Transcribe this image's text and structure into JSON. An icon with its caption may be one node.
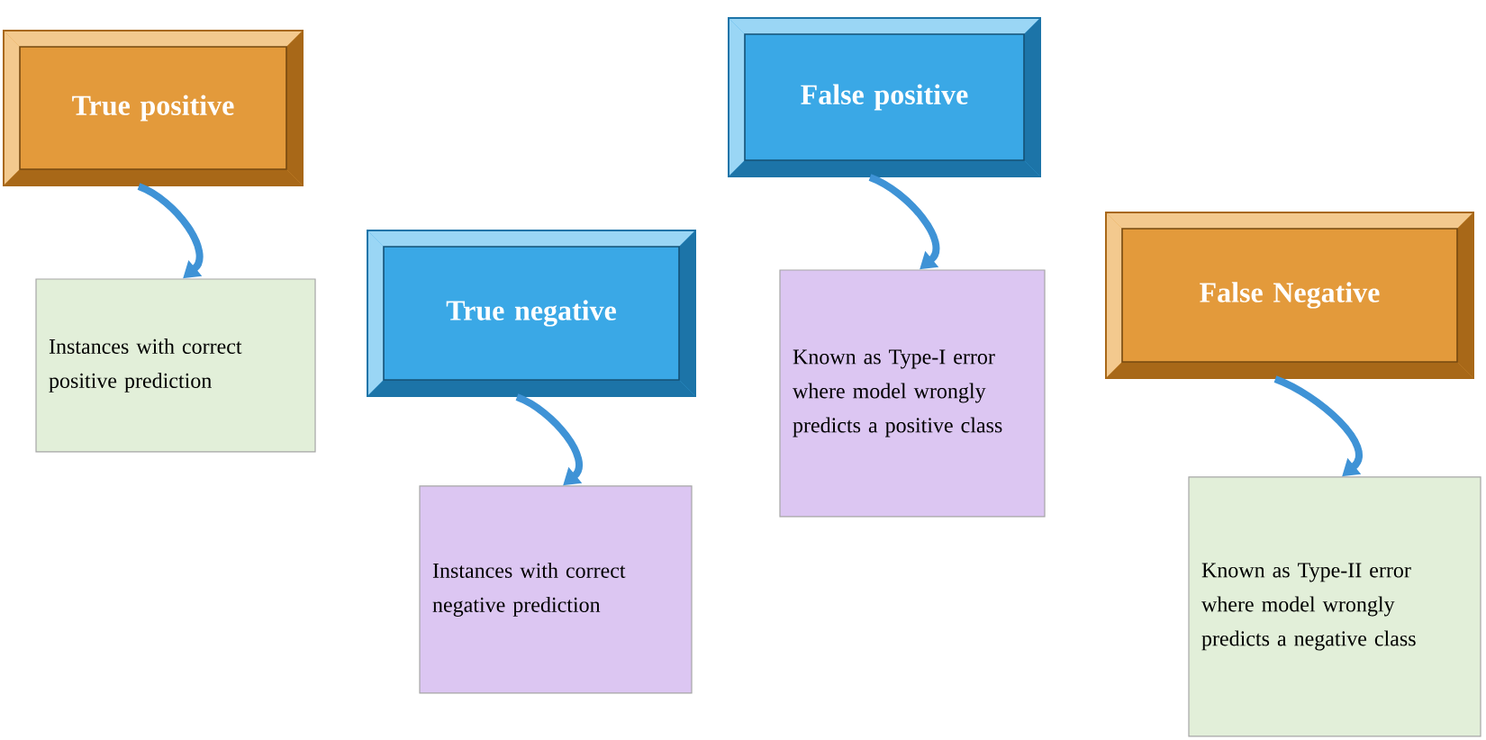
{
  "diagram": {
    "nodes": [
      {
        "text": [
          "True positive"
        ]
      },
      {
        "text": [
          "Instances with correct positive prediction"
        ]
      },
      {
        "text": [
          "True negative"
        ]
      },
      {
        "text": [
          "Instances with correct negative prediction"
        ]
      },
      {
        "text": [
          "False positive"
        ]
      },
      {
        "text": [
          "Known as Type-I error where model wrongly predicts a positive class"
        ]
      },
      {
        "text": [
          "False Negative"
        ]
      },
      {
        "text": [
          "Known as Type-II error where model wrongly predicts a negative class"
        ]
      }
    ],
    "edges": [
      {
        "from": 0,
        "to": 1,
        "arrow": "to"
      },
      {
        "from": 2,
        "to": 3,
        "arrow": "to"
      },
      {
        "from": 4,
        "to": 5,
        "arrow": "to"
      },
      {
        "from": 6,
        "to": 7,
        "arrow": "to"
      }
    ]
  }
}
